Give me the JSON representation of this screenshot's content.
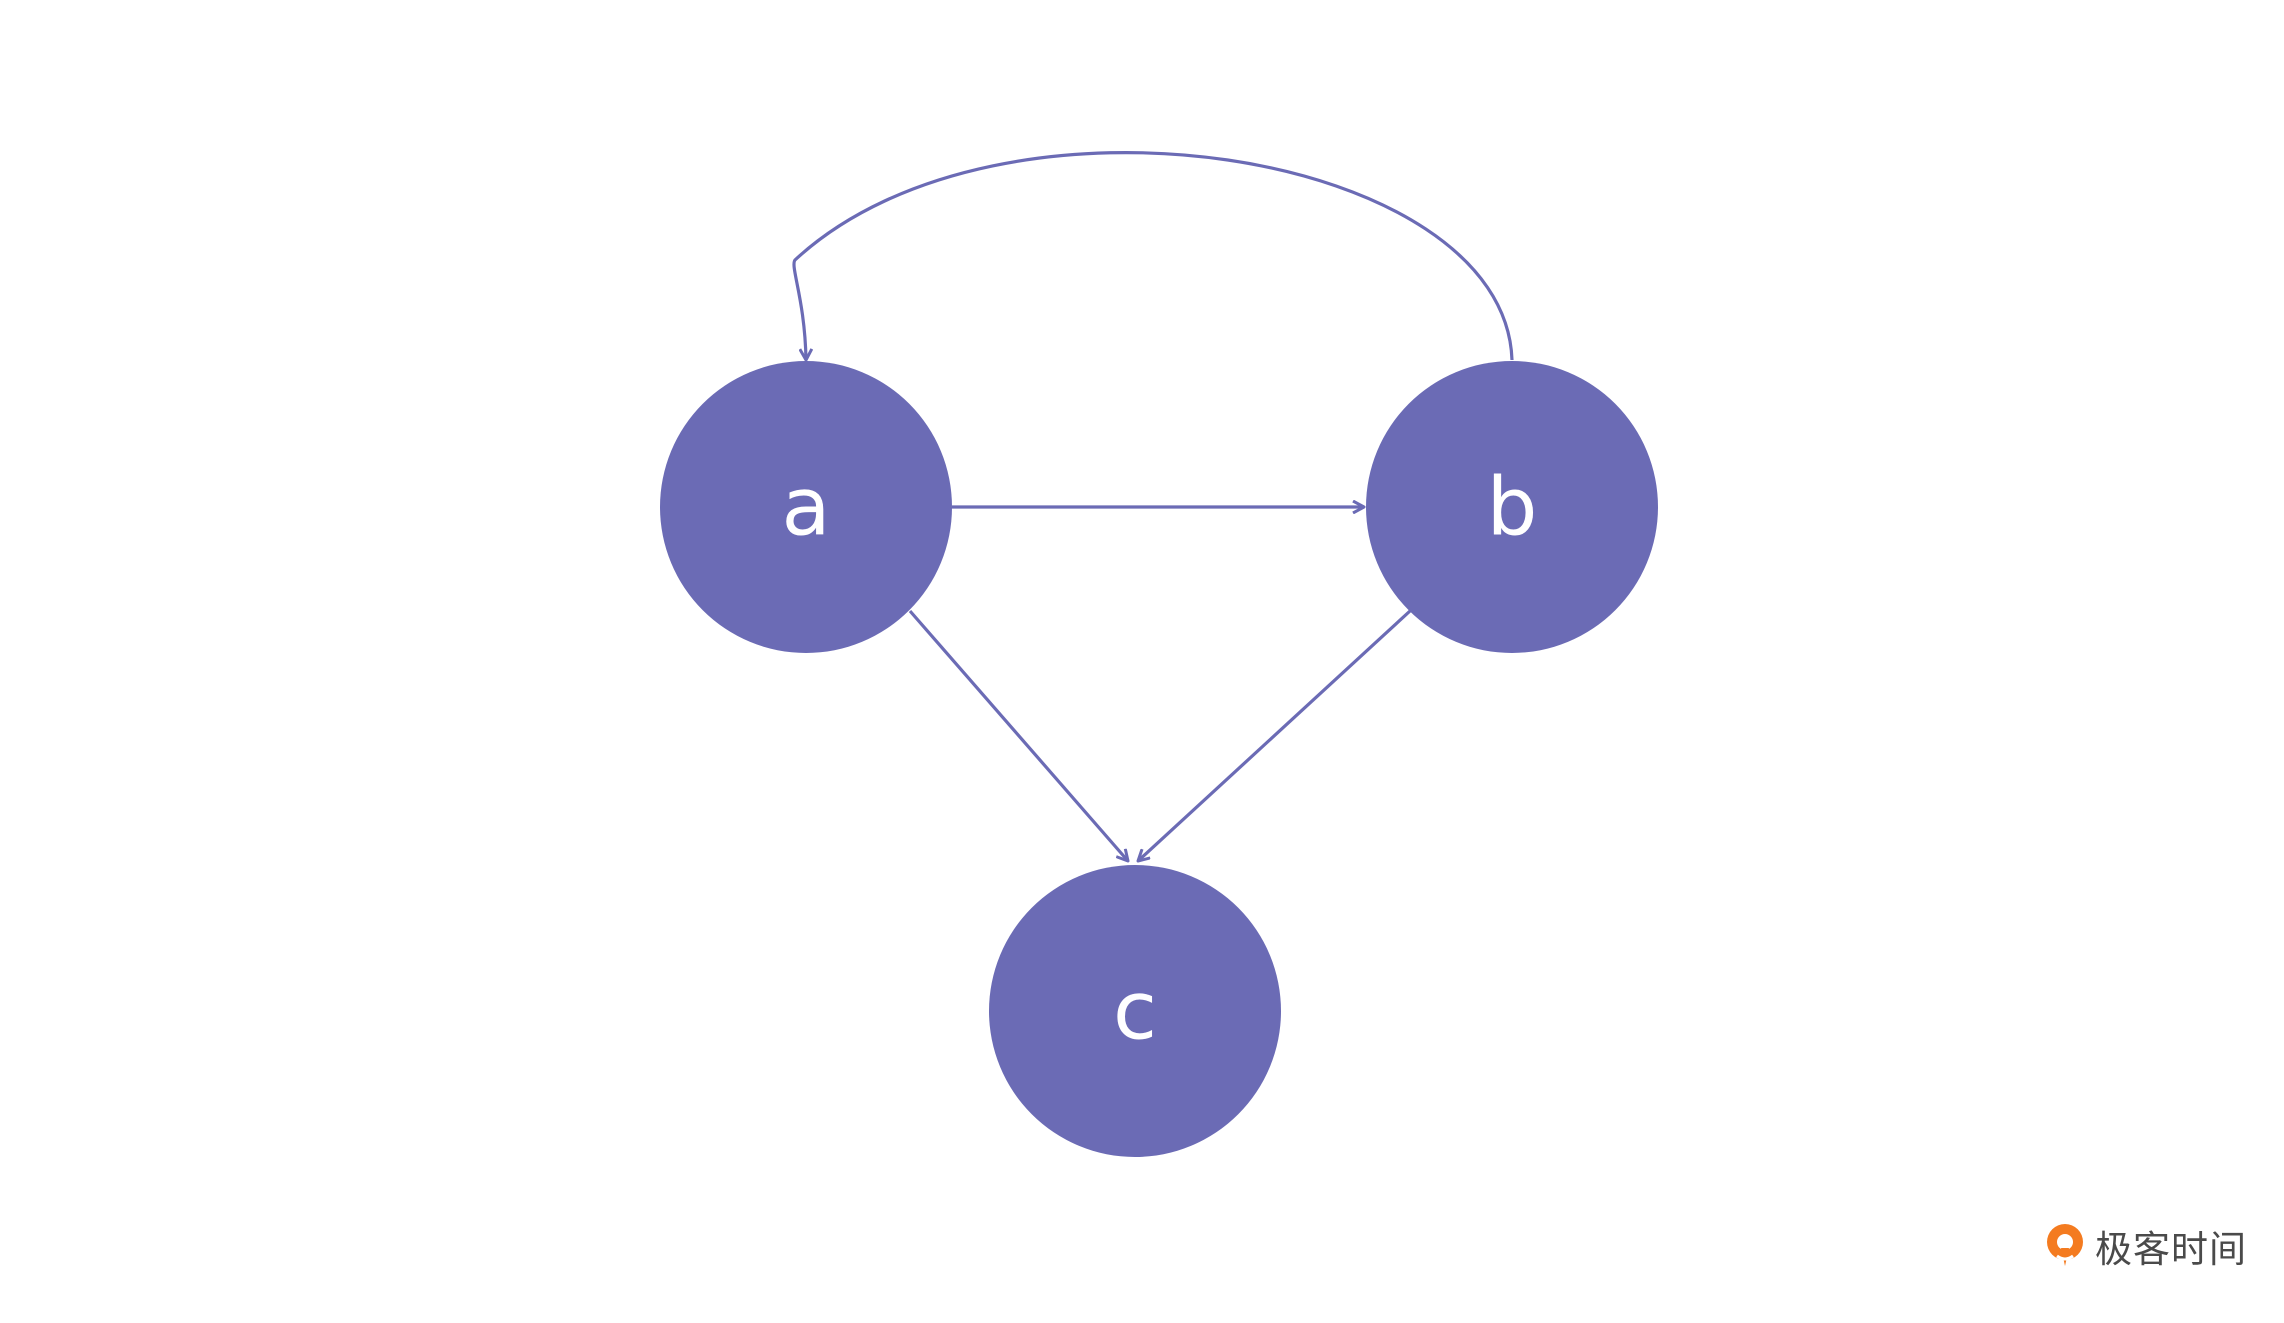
{
  "diagram": {
    "colors": {
      "node_fill": "#6b6bb5",
      "edge_stroke": "#6b6bb5",
      "label_color": "#ffffff",
      "background": "#ffffff"
    },
    "nodes": [
      {
        "id": "a",
        "label": "a"
      },
      {
        "id": "b",
        "label": "b"
      },
      {
        "id": "c",
        "label": "c"
      }
    ],
    "edges": [
      {
        "from": "a",
        "to": "b"
      },
      {
        "from": "b",
        "to": "a"
      },
      {
        "from": "a",
        "to": "c"
      },
      {
        "from": "b",
        "to": "c"
      }
    ]
  },
  "watermark": {
    "text": "极客时间",
    "logo_icon": "geektime-logo-icon",
    "logo_color": "#f47b20"
  }
}
